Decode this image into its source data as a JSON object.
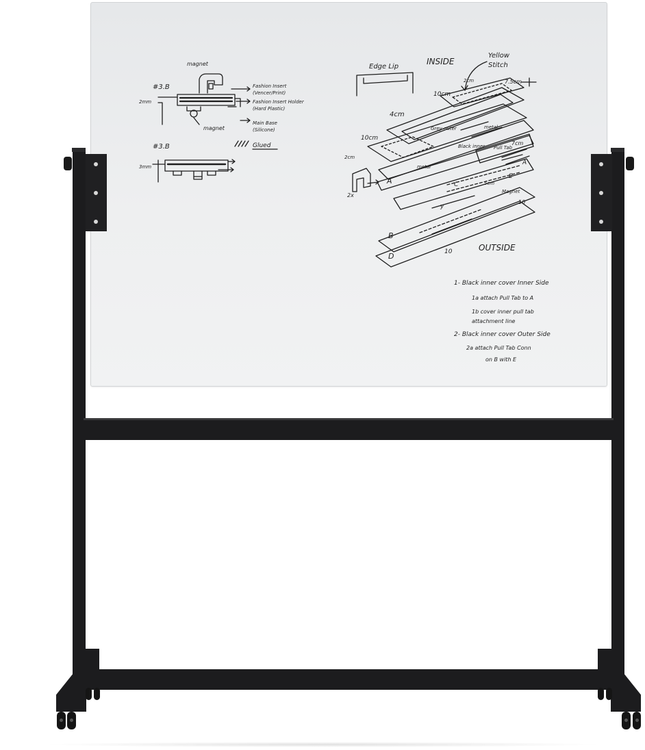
{
  "image": {
    "subject": "whiteboard-on-stand",
    "colors": {
      "frame": "#1c1c1e",
      "board": "#eceeef",
      "ink": "#1e1e1e",
      "background": "#ffffff"
    }
  },
  "sketch_left": {
    "label_magnet_top": "magnet",
    "label_magnet_bottom": "magnet",
    "label_section_1": "#3.B",
    "label_section_2": "#3.B",
    "label_2mm": "2mm",
    "label_3mm": "3mm",
    "label_fashion_insert": "Fashion Insert",
    "label_fashion_insert_sub": "(Vencer/Print)",
    "label_insert_holder": "Fashion Insert Holder",
    "label_insert_holder_sub": "(Hard Plastic)",
    "label_main_base": "Main Base",
    "label_main_base_sub": "(Silicone)",
    "label_glued": "Glued"
  },
  "sketch_right": {
    "label_edge_lip": "Edge Lip",
    "label_inside": "INSIDE",
    "label_yellow": "Yellow",
    "label_stitch": "Stitch",
    "label_75cm": "7.5cm",
    "label_2cm_top": "2cm",
    "label_10cm_top": "10cm",
    "label_4cm": "4cm",
    "label_10cm_left": "10cm",
    "label_2cm_left": "2cm",
    "label_2x": "2x",
    "label_grey_outer": "Grey outer",
    "label_black_inner": "Black inner",
    "label_metal_1": "metal",
    "label_metal_2": "metal",
    "label_pull_tab": "Pull Tab",
    "label_7cm": "7cm",
    "label_5cm": "5cm",
    "label_magnet": "Magnet",
    "label_y": "y",
    "label_A_1": "A",
    "label_A_2": "A",
    "label_B": "B",
    "label_C": "C",
    "label_D": "D",
    "label_E": "E",
    "label_10_right": "10",
    "label_10_bottom": "10",
    "label_outside": "OUTSIDE"
  },
  "notes": {
    "line1": "1- Black inner cover Inner Side",
    "line2": "1a attach Pull Tab to A",
    "line3": "1b cover inner pull tab",
    "line4": "attachment line",
    "line5": "2- Black inner cover Outer Side",
    "line6": "2a attach Pull Tab Conn",
    "line7": "on B with E"
  }
}
